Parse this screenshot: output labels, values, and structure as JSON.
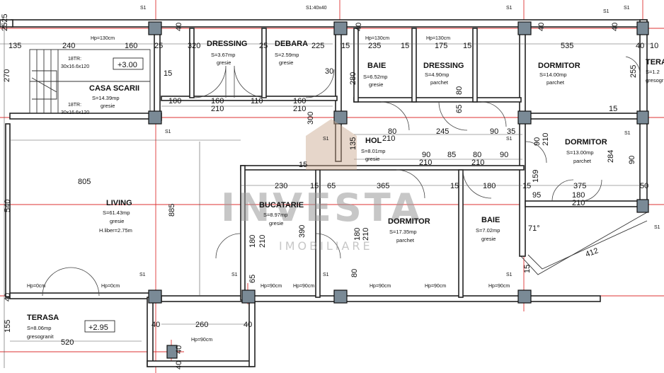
{
  "watermark": {
    "brand": "INVESTA",
    "sub": "IMOBILIARE"
  },
  "rooms": {
    "dressing1": {
      "name": "DRESSING",
      "area": "S=3.67mp",
      "floor": "gresie"
    },
    "debara": {
      "name": "DEBARA",
      "area": "S=2.59mp",
      "floor": "gresie"
    },
    "baie1": {
      "name": "BAIE",
      "area": "S=6.52mp",
      "floor": "gresie"
    },
    "dressing2": {
      "name": "DRESSING",
      "area": "S=4.90mp",
      "floor": "parchet"
    },
    "dormitor1": {
      "name": "DORMITOR",
      "area": "S=14.00mp",
      "floor": "parchet"
    },
    "terasa_r": {
      "name": "TERA",
      "area": "S=1.2",
      "floor": "gresogr"
    },
    "casa": {
      "name": "CASA SCARII",
      "area": "S=14.39mp",
      "floor": "gresie"
    },
    "hol": {
      "name": "HOL",
      "area": "S=8.01mp",
      "floor": "gresie"
    },
    "dormitor2": {
      "name": "DORMITOR",
      "area": "S=13.00mp",
      "floor": "parchet"
    },
    "living": {
      "name": "LIVING",
      "area": "S=61.43mp",
      "floor": "gresie",
      "extra": "H.liber=2.75m"
    },
    "bucatarie": {
      "name": "BUCATARIE",
      "area": "S=8.97mp",
      "floor": "gresie"
    },
    "dormitor3": {
      "name": "DORMITOR",
      "area": "S=17.35mp",
      "floor": "parchet"
    },
    "baie2": {
      "name": "BAIE",
      "area": "S=7.02mp",
      "floor": "gresie"
    },
    "terasa": {
      "name": "TERASA",
      "area": "S=8.06mp",
      "floor": "gresogranit"
    }
  },
  "levels": {
    "top": "+3.00",
    "bottom": "+2.95"
  },
  "stairs": {
    "a": "18TR:",
    "b": "30x16.6x120",
    "c": "18TR:",
    "d": "30x16.6x120"
  },
  "column_tags": {
    "s1": "S1",
    "s1_size": "S1:40x40"
  },
  "hp": {
    "hp130": "Hp=130cm",
    "hp0": "Hp=0cm",
    "hp90": "Hp=90cm"
  },
  "angle": "71°",
  "dims": {
    "d2525": "2525",
    "d135": "135",
    "d240": "240",
    "d160a": "160",
    "d25a": "25",
    "d320": "320",
    "d25b": "25",
    "d225": "225",
    "d15a": "15",
    "d235": "235",
    "d15b": "15",
    "d175": "175",
    "d15c": "15",
    "d535": "535",
    "d40a": "40",
    "d10": "10",
    "d40b": "40",
    "d40c": "40",
    "d40d": "40",
    "d40e": "40",
    "d270": "270",
    "d15v": "15",
    "d100": "100",
    "d160b": "160",
    "d210a": "210",
    "d110": "110",
    "d160c": "160",
    "d210b": "210",
    "d30": "30",
    "d280": "280",
    "d300": "300",
    "d135v": "135",
    "d255": "255",
    "d15r": "15",
    "d80a": "80",
    "d245": "245",
    "d90a": "90",
    "d35": "35",
    "d80v": "80",
    "d65v": "65",
    "d210v": "210",
    "d90b": "90",
    "d85": "85",
    "d80b": "80",
    "d90c": "90",
    "d210c": "210",
    "d210d": "210",
    "d210e": "210",
    "d15l": "15",
    "d90l": "90",
    "d15m": "15",
    "d230": "230",
    "d65": "65",
    "d365": "365",
    "d15n": "15",
    "d180": "180",
    "d15o": "15",
    "d95": "95",
    "d375": "375",
    "d180b": "180",
    "d210f": "210",
    "d50": "50",
    "d159": "159",
    "d284": "284",
    "d805": "805",
    "d885": "885",
    "d540": "540",
    "d390": "390",
    "d412": "412",
    "d180v": "180",
    "d210g": "210",
    "d180w": "180",
    "d210h": "210",
    "d65b": "65",
    "d80c": "80",
    "d40f": "40",
    "d40g": "40",
    "d260": "260",
    "d40h": "40",
    "d40i": "40",
    "d15p": "15",
    "d155": "155",
    "d520": "520",
    "d40j": "40"
  }
}
